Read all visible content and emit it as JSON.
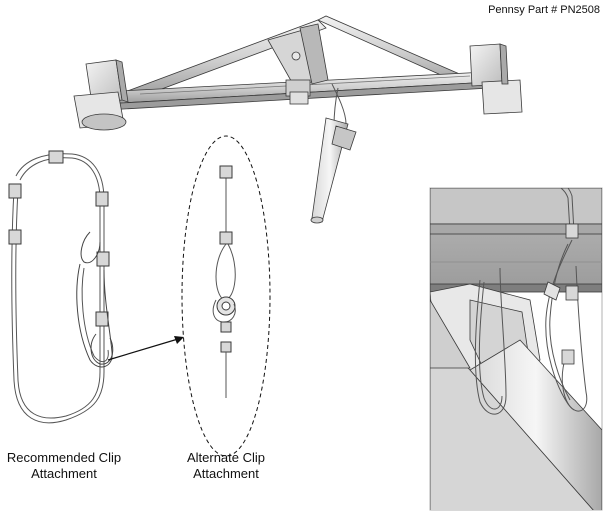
{
  "header": {
    "part_number": "Pennsy Part # PN2508"
  },
  "captions": {
    "recommended": {
      "line1": "Recommended  Clip",
      "line2": "Attachment"
    },
    "alternate": {
      "line1": "Alternate Clip",
      "line2": "Attachment"
    }
  },
  "colors": {
    "metal_light": "#ececec",
    "metal_mid": "#c8c8c8",
    "metal_dark": "#8a8a8a",
    "outline": "#3a3a3a",
    "wire": "#555555"
  },
  "icons": {
    "arrow": "arrow-right-icon"
  }
}
